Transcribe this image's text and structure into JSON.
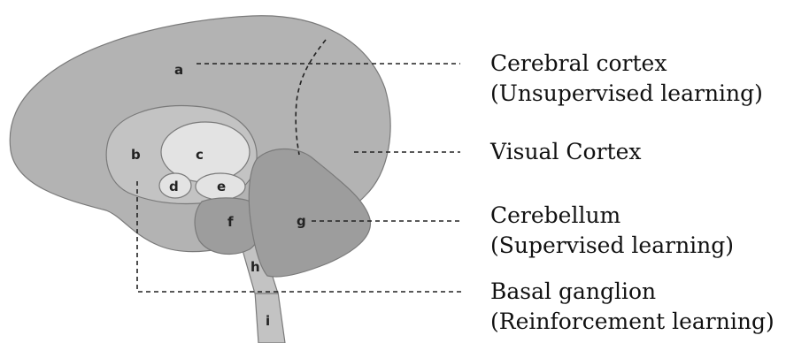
{
  "colors": {
    "cortex": "#b3b3b3",
    "inner": "#c3c3c3",
    "light": "#e3e3e3",
    "dark": "#9d9d9d",
    "line": "#222222"
  },
  "regions": {
    "a": "a",
    "b": "b",
    "c": "c",
    "d": "d",
    "e": "e",
    "f": "f",
    "g": "g",
    "h": "h",
    "i": "i"
  },
  "labels": {
    "cerebral_cortex": "Cerebral cortex",
    "cerebral_cortex_sub": "(Unsupervised learning)",
    "visual_cortex": "Visual Cortex",
    "cerebellum": "Cerebellum",
    "cerebellum_sub": "(Supervised learning)",
    "basal_ganglion": "Basal ganglion",
    "basal_ganglion_sub": "(Reinforcement learning)"
  }
}
